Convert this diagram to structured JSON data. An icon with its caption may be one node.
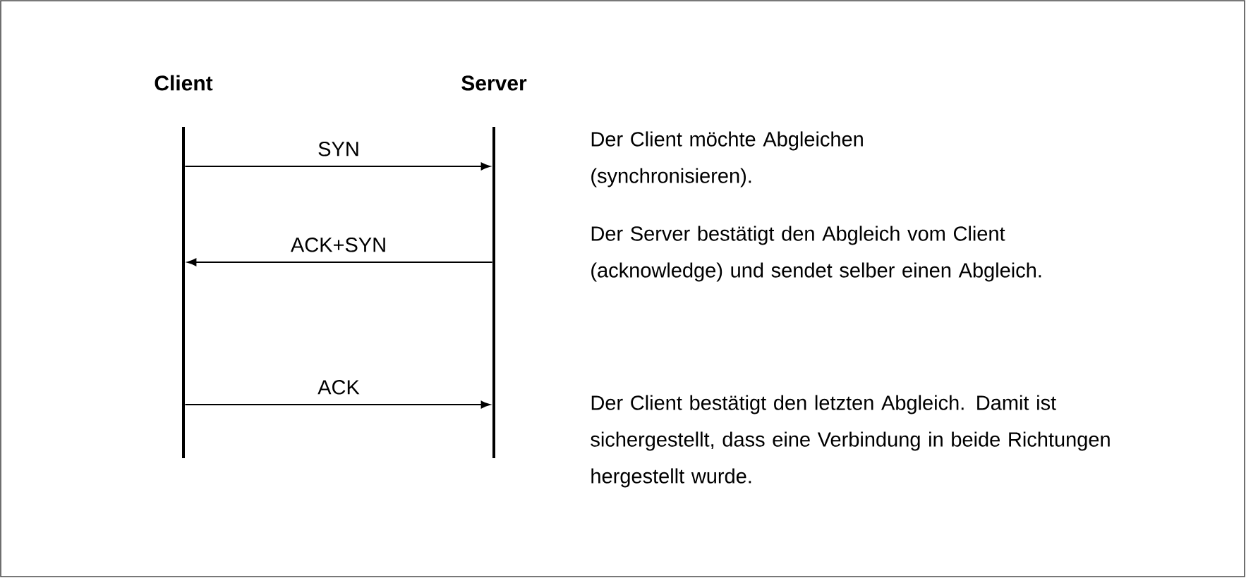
{
  "diagram": {
    "nodes": [
      {
        "text": [
          "Client"
        ]
      },
      {
        "text": [
          "Server"
        ]
      }
    ],
    "edges": [
      {
        "from": 0,
        "to": 1,
        "arrow": "to",
        "label": "SYN"
      },
      {
        "from": 1,
        "to": 0,
        "arrow": "to",
        "label": "ACK+SYN"
      },
      {
        "from": 0,
        "to": 1,
        "arrow": "to",
        "label": "ACK"
      }
    ],
    "labels": [
      "Der Client möchte Abgleichen (synchronisieren).",
      "Der Server bestätigt den Abgleich vom Client (acknowledge) und sendet selber einen Abgleich.",
      "Der Client bestätigt den letzten Abgleich. Damit ist sichergestellt, dass eine Verbindung in beide Richtungen hergestellt wurde."
    ]
  }
}
